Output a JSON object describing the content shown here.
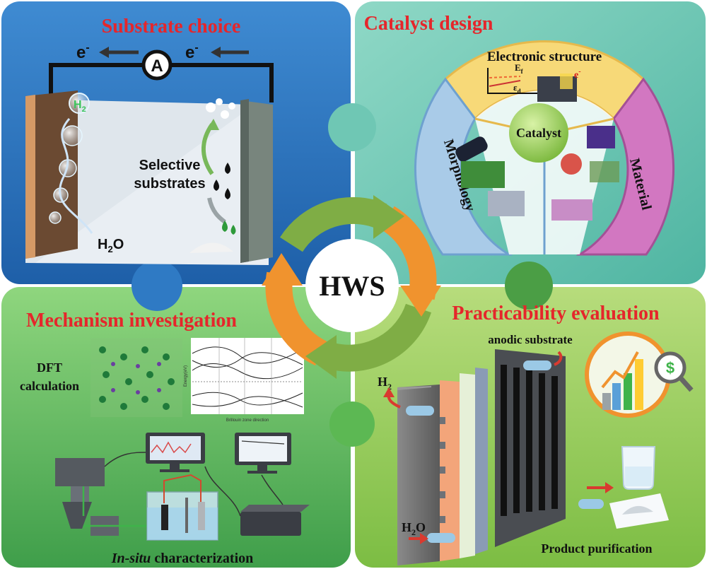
{
  "center": {
    "label": "HWS"
  },
  "quadrants": {
    "substrate": {
      "title": "Substrate choice",
      "electron": "e",
      "electron_sup": "-",
      "ammeter": "A",
      "h2": "H",
      "h2_sub": "2",
      "h2o": "H",
      "h2o_sub": "2",
      "h2o_tail": "O",
      "selective_line1": "Selective",
      "selective_line2": "substrates"
    },
    "catalyst": {
      "title": "Catalyst design",
      "ring_electronic": "Electronic structure",
      "ring_morphology": "Morphology",
      "ring_material": "Material",
      "hub": "Catalyst",
      "ef": "E",
      "ef_sub": "f",
      "ed": "ε",
      "ed_sub": "d",
      "electron": "e",
      "electron_sup": "-"
    },
    "mechanism": {
      "title": "Mechanism investigation",
      "dft_line1": "DFT",
      "dft_line2": "calculation",
      "insitu_italic": "In-situ",
      "insitu_rest": " characterization",
      "band_xlabel": "Brillouin zone direction",
      "band_ylabel": "Energy(eV)"
    },
    "practicability": {
      "title": "Practicability evaluation",
      "anodic": "anodic substrate",
      "h2": "H",
      "h2_sub": "2",
      "h2o": "H",
      "h2o_sub": "2",
      "h2o_tail": "O",
      "product": "Product purification",
      "dollar": "$"
    }
  },
  "colors": {
    "substrate_bg": "#2f7ac4",
    "catalyst_bg": "#6fc7b4",
    "mechanism_bg": "#59b85d",
    "practicability_bg": "#8fc750",
    "title_red": "#e5262b",
    "cycle_orange": "#f0932e",
    "cycle_green": "#7fad45",
    "ring_yellow": "#f7d978",
    "ring_blue": "#a9cbe8",
    "ring_pink": "#d277c1"
  }
}
